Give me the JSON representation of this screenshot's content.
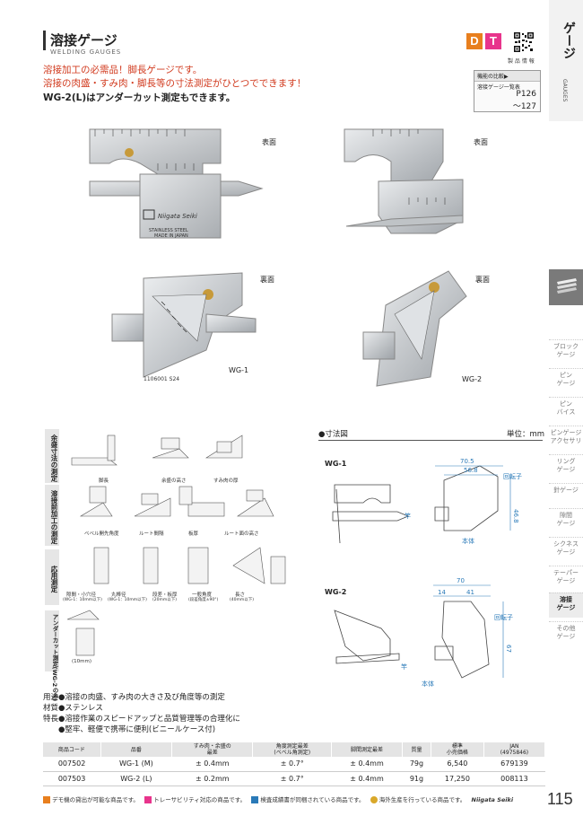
{
  "header": {
    "title_jp": "溶接ゲージ",
    "title_en": "WELDING GAUGES",
    "badge_d": "D",
    "badge_t": "T",
    "qr_label": "製 品 情 報"
  },
  "reference": {
    "head": "機能の比較▶",
    "item": "溶接ゲージ一覧表",
    "page1": "P126",
    "page2": "〜127"
  },
  "intro": {
    "line1": "溶接加工の必需品！脚長ゲージです。",
    "line2": "溶接の肉盛・すみ肉・脚長等の寸法測定がひとつでできます！",
    "line3": "WG-2(L)はアンダーカット測定もできます。"
  },
  "sidebar": {
    "category_jp": "ゲージ",
    "category_en": "GAUGES",
    "items": [
      {
        "label": "ブロック\nゲージ"
      },
      {
        "label": "ピン\nゲージ"
      },
      {
        "label": "ピン\nバイス"
      },
      {
        "label": "ピンゲージ\nアクセサリ"
      },
      {
        "label": "リング\nゲージ"
      },
      {
        "label": "針ゲージ"
      },
      {
        "label": "隙間\nゲージ"
      },
      {
        "label": "シクネス\nゲージ"
      },
      {
        "label": "テーパー\nゲージ"
      },
      {
        "label": "溶接\nゲージ"
      },
      {
        "label": "その他\nゲージ"
      }
    ]
  },
  "photos": {
    "front": "表面",
    "back": "裏面",
    "wg1": "WG-1",
    "wg2": "WG-2",
    "brand": "Niigata Seiki",
    "steel": "STAINLESS STEEL",
    "made": "MADE IN JAPAN",
    "serial": "1106001 S24"
  },
  "dimensions": {
    "heading": "●寸法図",
    "unit": "単位：mm",
    "wg1": {
      "name": "WG-1",
      "w1": "70.5",
      "w2": "56.8",
      "h": "46.8",
      "rotor": "回転子",
      "needle": "竿",
      "body": "本体"
    },
    "wg2": {
      "name": "WG-2",
      "w1": "70",
      "w2": "14",
      "w3": "41",
      "h": "67",
      "rotor": "回転子",
      "needle": "竿",
      "body": "本体"
    }
  },
  "usage": {
    "tab1": "余盛寸法の測定",
    "tab2": "溶接前加工の測定",
    "tab3": "応用測定",
    "tab4": "アンダーカット測定(WG-2のみ)",
    "caps1": [
      "脚長",
      "余盛の高さ",
      "すみ肉の厚"
    ],
    "caps2": [
      "ベベル開先角度",
      "ルート間隔",
      "板厚",
      "ルート面の高さ"
    ],
    "caps3": [
      "隙間・小穴径",
      "丸棒径",
      "段差・板厚",
      "一般角度",
      "長さ"
    ],
    "caps3b": [
      "(WG-1：10mm以下)",
      "(WG-1：10mm以下)",
      "(20mm以下)",
      "(段差角度±90°)",
      "(40mm以下)"
    ],
    "caps4": "(10mm)"
  },
  "description": {
    "line1": "用途●溶接の肉盛、すみ肉の大きさ及び角度等の測定",
    "line2": "材質●ステンレス",
    "line3": "特長●溶接作業のスピードアップと品質管理等の合理化に",
    "line4": "　　●堅牢、軽便で携帯に便利(ビニールケース付)"
  },
  "table": {
    "headers": [
      "商品コード",
      "品番",
      "すみ肉・余盛の\n最差",
      "角度測定最差\n(ベベル角測定)",
      "脚間測定最差",
      "質量",
      "標準\n小売価格",
      "JAN\n(4975846)"
    ],
    "rows": [
      [
        "007502",
        "WG-1 (M)",
        "± 0.4mm",
        "± 0.7°",
        "± 0.4mm",
        "79g",
        "6,540",
        "679139"
      ],
      [
        "007503",
        "WG-2 (L)",
        "± 0.2mm",
        "± 0.7°",
        "± 0.4mm",
        "91g",
        "17,250",
        "008113"
      ]
    ]
  },
  "footer": {
    "d_text": "デモ機の貸出が可能な商品です。",
    "t_text": "トレーサビリティ対応の商品です。",
    "c_text": "検査成績書が同梱されている商品です。",
    "e_text": "海外生産を行っている商品です。",
    "brand": "Niigata Seiki"
  },
  "page_number": "115"
}
